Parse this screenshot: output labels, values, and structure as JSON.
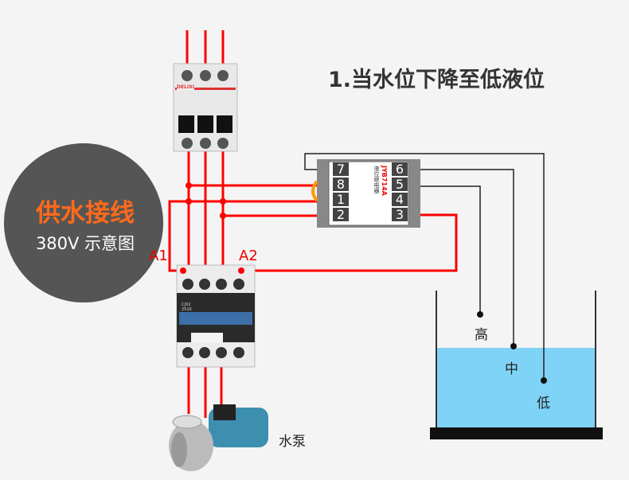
{
  "title": "1.当水位下降至低液位",
  "badge": {
    "title": "供水接线",
    "subtitle": "380V  示意图"
  },
  "breaker": {
    "brand": "DELIXI"
  },
  "relay": {
    "model": "JYB714A",
    "subtitle": "液位继电器",
    "left_terminals": [
      "7",
      "8",
      "1",
      "2"
    ],
    "right_terminals": [
      "6",
      "5",
      "4",
      "3"
    ]
  },
  "contactor": {
    "coil_a1": "A1",
    "coil_a2": "A2",
    "model": "CJX2 2510"
  },
  "tank": {
    "labels": {
      "high": "高",
      "mid": "中",
      "low": "低"
    }
  },
  "pump": {
    "label": "水泵"
  },
  "colors": {
    "wire_power": "#ff0000",
    "wire_signal": "#222222",
    "water": "#7fd3f7",
    "badge_bg": "#555555",
    "badge_title": "#ff6a1a"
  }
}
